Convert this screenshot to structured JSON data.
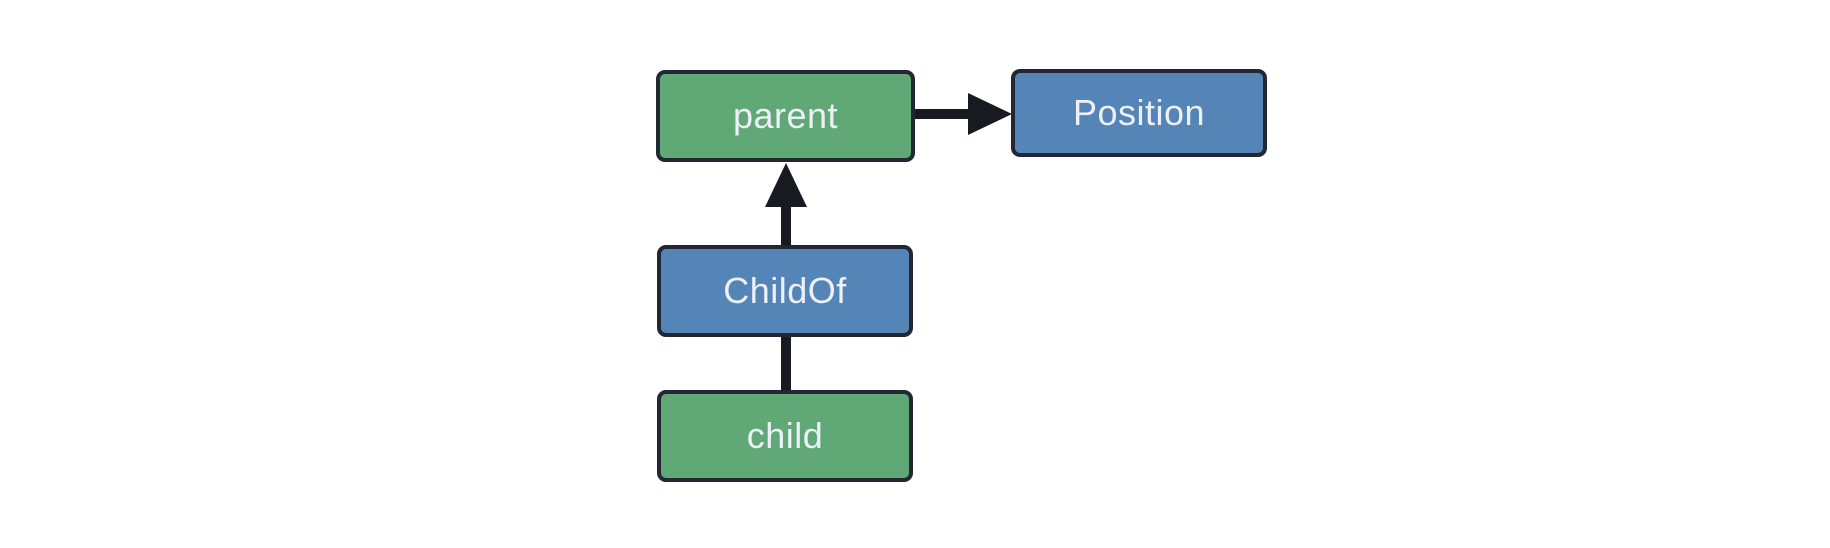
{
  "diagram": {
    "nodes": {
      "parent": {
        "label": "parent",
        "fill": "#61A877"
      },
      "position": {
        "label": "Position",
        "fill": "#5584B7"
      },
      "childof": {
        "label": "ChildOf",
        "fill": "#5584B7"
      },
      "child": {
        "label": "child",
        "fill": "#61A877"
      }
    },
    "edges": [
      {
        "from": "parent",
        "to": "Position",
        "arrowhead": true,
        "direction": "right"
      },
      {
        "from": "ChildOf",
        "to": "parent",
        "arrowhead": true,
        "direction": "up"
      },
      {
        "from": "child",
        "to": "ChildOf",
        "arrowhead": false,
        "direction": "up"
      }
    ],
    "colors": {
      "entity_fill": "#61A877",
      "component_fill": "#5584B7",
      "node_border": "#212733",
      "edge": "#171A21",
      "label_text": "#EDF0F8",
      "background": "#FFFFFF"
    }
  }
}
